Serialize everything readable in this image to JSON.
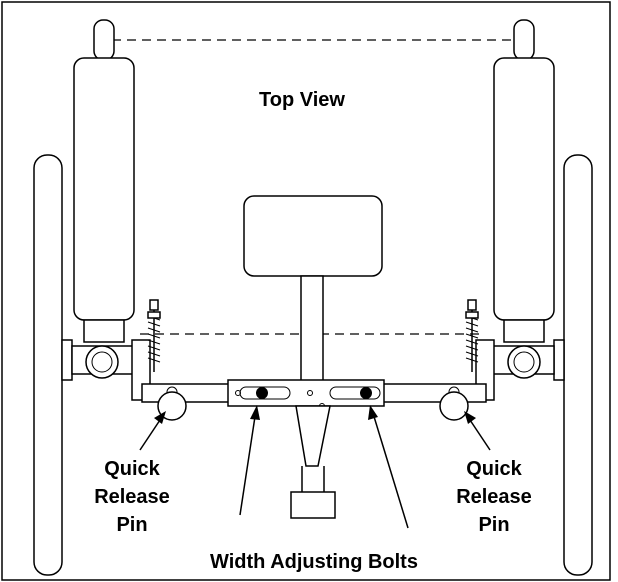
{
  "diagram": {
    "title": "Top View",
    "labels": {
      "left_pin": [
        "Quick",
        "Release",
        "Pin"
      ],
      "right_pin": [
        "Quick",
        "Release",
        "Pin"
      ],
      "bolts": "Width Adjusting Bolts"
    }
  }
}
